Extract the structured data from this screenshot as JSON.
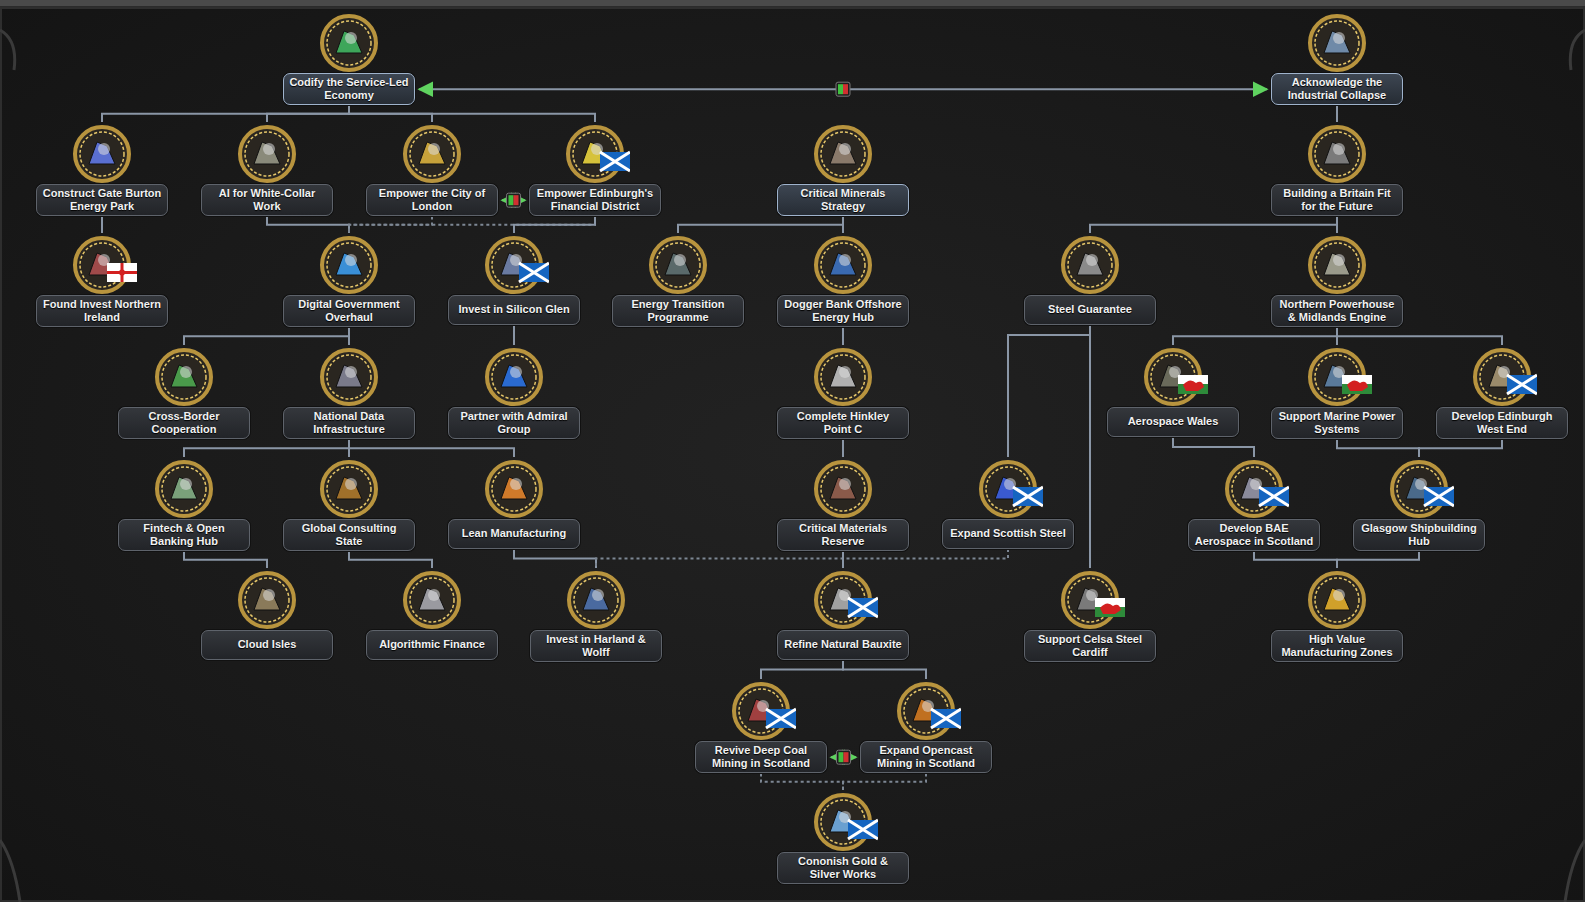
{
  "diagram": {
    "nodes": [
      {
        "text": [
          "Codify the Service-Led Economy"
        ]
      },
      {
        "text": [
          "Acknowledge the Industrial Collapse"
        ]
      },
      {
        "text": [
          "Construct Gate Burton Energy Park"
        ]
      },
      {
        "text": [
          "AI for White-Collar Work"
        ]
      },
      {
        "text": [
          "Empower the City of London"
        ]
      },
      {
        "text": [
          "Empower Edinburgh's Financial District"
        ]
      },
      {
        "text": [
          "Critical Minerals Strategy"
        ]
      },
      {
        "text": [
          "Building a Britain Fit for the Future"
        ]
      },
      {
        "text": [
          "Found Invest Northern Ireland"
        ]
      },
      {
        "text": [
          "Digital Government Overhaul"
        ]
      },
      {
        "text": [
          "Invest in Silicon Glen"
        ]
      },
      {
        "text": [
          "Energy Transition Programme"
        ]
      },
      {
        "text": [
          "Dogger Bank Offshore Energy Hub"
        ]
      },
      {
        "text": [
          "Steel Guarantee"
        ]
      },
      {
        "text": [
          "Northern Powerhouse & Midlands Engine"
        ]
      },
      {
        "text": [
          "Cross-Border Cooperation"
        ]
      },
      {
        "text": [
          "National Data Infrastructure"
        ]
      },
      {
        "text": [
          "Partner with Admiral Group"
        ]
      },
      {
        "text": [
          "Complete Hinkley Point C"
        ]
      },
      {
        "text": [
          "Aerospace Wales"
        ]
      },
      {
        "text": [
          "Support Marine Power Systems"
        ]
      },
      {
        "text": [
          "Develop Edinburgh West End"
        ]
      },
      {
        "text": [
          "Fintech & Open Banking Hub"
        ]
      },
      {
        "text": [
          "Global Consulting State"
        ]
      },
      {
        "text": [
          "Lean Manufacturing"
        ]
      },
      {
        "text": [
          "Critical Materials Reserve"
        ]
      },
      {
        "text": [
          "Expand Scottish Steel"
        ]
      },
      {
        "text": [
          "Develop BAE Aerospace in Scotland"
        ]
      },
      {
        "text": [
          "Glasgow Shipbuilding Hub"
        ]
      },
      {
        "text": [
          "Cloud Isles"
        ]
      },
      {
        "text": [
          "Algorithmic Finance"
        ]
      },
      {
        "text": [
          "Invest in Harland & Wolff"
        ]
      },
      {
        "text": [
          "Refine Natural Bauxite"
        ]
      },
      {
        "text": [
          "Support Celsa Steel Cardiff"
        ]
      },
      {
        "text": [
          "High Value Manufacturing Zones"
        ]
      },
      {
        "text": [
          "Revive Deep Coal Mining in Scotland"
        ]
      },
      {
        "text": [
          "Expand Opencast Mining in Scotland"
        ]
      },
      {
        "text": [
          "Cononish Gold & Silver Works"
        ]
      }
    ],
    "edges": [
      {
        "from": 0,
        "to": 1,
        "arrow": "both"
      },
      {
        "from": 0,
        "to": 2,
        "arrow": "none"
      },
      {
        "from": 0,
        "to": 3,
        "arrow": "none"
      },
      {
        "from": 0,
        "to": 4,
        "arrow": "none"
      },
      {
        "from": 0,
        "to": 5,
        "arrow": "none"
      },
      {
        "from": 4,
        "to": 5,
        "arrow": "both"
      },
      {
        "from": 1,
        "to": 7,
        "arrow": "none"
      },
      {
        "from": 2,
        "to": 8,
        "arrow": "none"
      },
      {
        "from": 3,
        "to": 9,
        "arrow": "none"
      },
      {
        "from": 4,
        "to": 9,
        "arrow": "none"
      },
      {
        "from": 5,
        "to": 9,
        "arrow": "none"
      },
      {
        "from": 5,
        "to": 10,
        "arrow": "none"
      },
      {
        "from": 6,
        "to": 11,
        "arrow": "none"
      },
      {
        "from": 6,
        "to": 12,
        "arrow": "none"
      },
      {
        "from": 7,
        "to": 13,
        "arrow": "none"
      },
      {
        "from": 7,
        "to": 14,
        "arrow": "none"
      },
      {
        "from": 9,
        "to": 15,
        "arrow": "none"
      },
      {
        "from": 9,
        "to": 16,
        "arrow": "none"
      },
      {
        "from": 10,
        "to": 17,
        "arrow": "none"
      },
      {
        "from": 12,
        "to": 18,
        "arrow": "none"
      },
      {
        "from": 14,
        "to": 19,
        "arrow": "none"
      },
      {
        "from": 14,
        "to": 20,
        "arrow": "none"
      },
      {
        "from": 14,
        "to": 21,
        "arrow": "none"
      },
      {
        "from": 16,
        "to": 22,
        "arrow": "none"
      },
      {
        "from": 16,
        "to": 23,
        "arrow": "none"
      },
      {
        "from": 16,
        "to": 24,
        "arrow": "none"
      },
      {
        "from": 18,
        "to": 25,
        "arrow": "none"
      },
      {
        "from": 13,
        "to": 26,
        "arrow": "none"
      },
      {
        "from": 13,
        "to": 33,
        "arrow": "none"
      },
      {
        "from": 19,
        "to": 27,
        "arrow": "none"
      },
      {
        "from": 20,
        "to": 28,
        "arrow": "none"
      },
      {
        "from": 21,
        "to": 28,
        "arrow": "none"
      },
      {
        "from": 22,
        "to": 29,
        "arrow": "none"
      },
      {
        "from": 23,
        "to": 30,
        "arrow": "none"
      },
      {
        "from": 24,
        "to": 31,
        "arrow": "none"
      },
      {
        "from": 26,
        "to": 31,
        "arrow": "none"
      },
      {
        "from": 25,
        "to": 32,
        "arrow": "none"
      },
      {
        "from": 27,
        "to": 34,
        "arrow": "none"
      },
      {
        "from": 28,
        "to": 34,
        "arrow": "none"
      },
      {
        "from": 32,
        "to": 35,
        "arrow": "none"
      },
      {
        "from": 32,
        "to": 36,
        "arrow": "none"
      },
      {
        "from": 35,
        "to": 36,
        "arrow": "both"
      },
      {
        "from": 35,
        "to": 37,
        "arrow": "none"
      },
      {
        "from": 36,
        "to": 37,
        "arrow": "none"
      }
    ]
  }
}
